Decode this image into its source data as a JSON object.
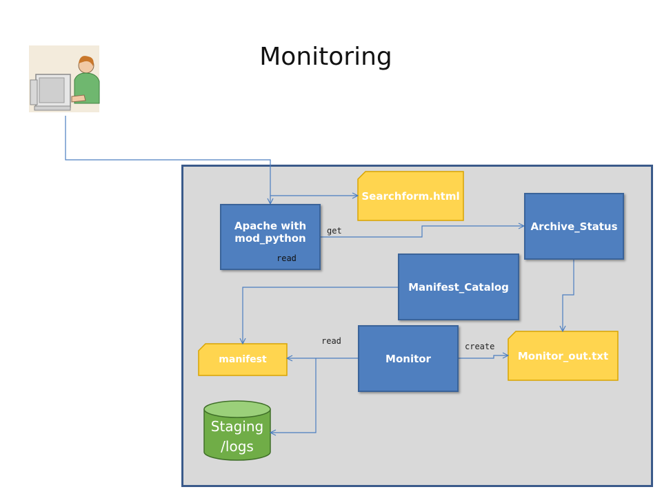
{
  "title": "Monitoring",
  "icons": {
    "user": "user-at-computer-icon"
  },
  "colors": {
    "process_box": "#4f7fbf",
    "file_shape": "#ffd54f",
    "database": "#70ad47",
    "panel": "#d9d9d9",
    "arrow": "#4a7dc0"
  },
  "nodes": {
    "apache": "Apache with\nmod_python",
    "searchform": "Searchform.html",
    "archive_status": "Archive_Status",
    "manifest_catalog": "Manifest_Catalog",
    "manifest": "manifest",
    "monitor": "Monitor",
    "monitor_out": "Monitor_out.txt",
    "staging_logs": "Staging\n/logs"
  },
  "edges": {
    "apache_archive": "get",
    "apache_read": "read",
    "monitor_manifest": "read",
    "monitor_out": "create"
  }
}
